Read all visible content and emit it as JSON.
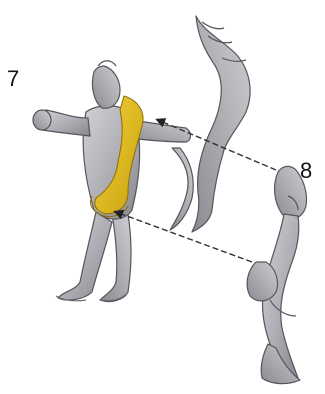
{
  "labels": {
    "step_a": "7",
    "step_b": "8"
  },
  "colors": {
    "background": "#ffffff",
    "figure_fill": "#b8b8bd",
    "figure_shade": "#8e8e94",
    "figure_outline": "#5a5a60",
    "highlight": "#e7c21f",
    "arrow": "#333333"
  },
  "icons": {
    "hero": "archer-figure",
    "part": "bow-and-quiver-accessory"
  }
}
